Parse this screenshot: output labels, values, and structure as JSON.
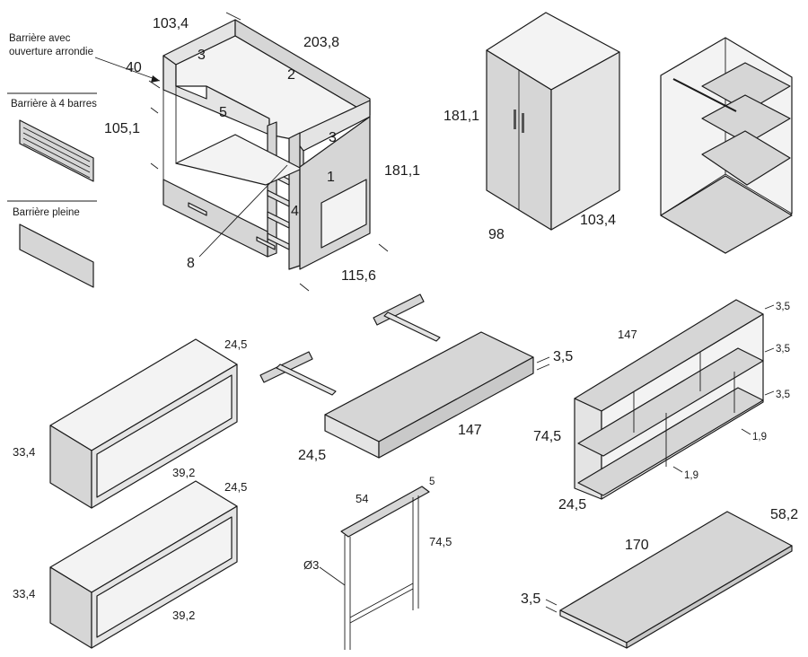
{
  "bunk_bed": {
    "dims": {
      "depth": "103,4",
      "length": "203,8",
      "barrier_height": "40",
      "left_height": "105,1",
      "height": "181,1",
      "width": "115,6"
    },
    "part_numbers": {
      "p1": "1",
      "p2": "2",
      "p3a": "3",
      "p3b": "3",
      "p4": "4",
      "p5": "5",
      "p8": "8"
    }
  },
  "barriers": {
    "rounded": "Barrière avec ouverture arrondie",
    "rounded_line1": "Barrière avec",
    "rounded_line2": "ouverture arrondie",
    "four_bars": "Barrière à 4 barres",
    "solid": "Barrière pleine"
  },
  "wardrobe": {
    "height": "181,1",
    "width": "98",
    "depth": "103,4"
  },
  "shelf_boxes": {
    "top": {
      "depth": "24,5",
      "height": "33,4",
      "width": "39,2"
    },
    "bottom": {
      "depth": "24,5",
      "height": "33,4",
      "width": "39,2"
    }
  },
  "wall_shelf": {
    "length": "147",
    "depth": "24,5",
    "thickness": "3,5"
  },
  "bookcase": {
    "length": "147",
    "height": "74,5",
    "depth": "24,5",
    "shelf_t1": "3,5",
    "shelf_t2": "3,5",
    "shelf_t3": "3,5",
    "side_t": "1,9",
    "mid_t": "1,9"
  },
  "desk_leg": {
    "width": "54",
    "thickness": "5",
    "height": "74,5",
    "diameter": "Ø3"
  },
  "desk_top": {
    "length": "170",
    "depth": "58,2",
    "thickness": "3,5"
  }
}
